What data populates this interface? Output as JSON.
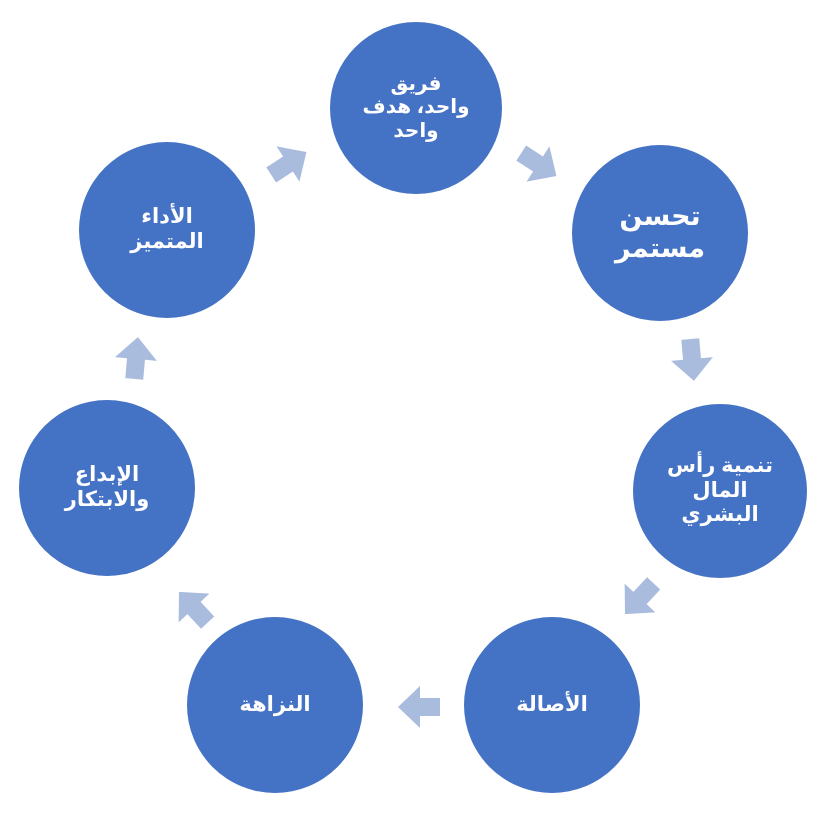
{
  "diagram": {
    "node_color": "#4472C4",
    "arrow_color": "#A9BCDE",
    "text_color": "#FFFFFF",
    "nodes": [
      {
        "id": "team",
        "label": "فريق\nواحد، هدف\nواحد"
      },
      {
        "id": "improvement",
        "label": "تحسن\nمستمر"
      },
      {
        "id": "human-capital",
        "label": "تنمية رأس\nالمال\nالبشري"
      },
      {
        "id": "originality",
        "label": "الأصالة"
      },
      {
        "id": "integrity",
        "label": "النزاهة"
      },
      {
        "id": "creativity",
        "label": "الإبداع\nوالابتكار"
      },
      {
        "id": "excellence",
        "label": "الأداء\nالمتميز"
      }
    ]
  }
}
